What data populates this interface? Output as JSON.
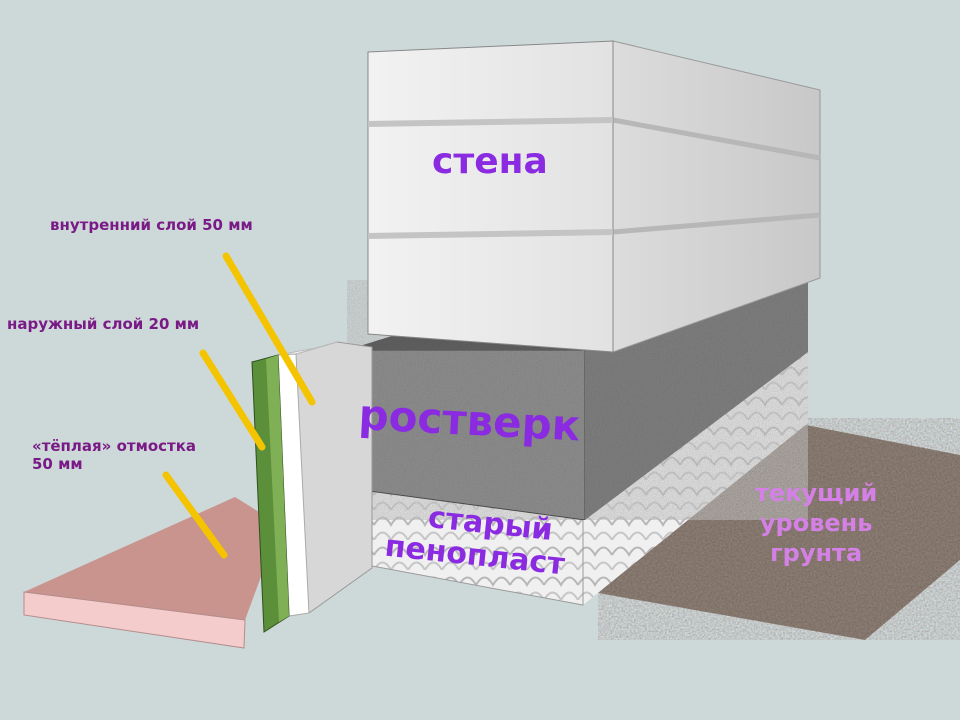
{
  "labels": {
    "wall": "стена",
    "grillage": "ростверк",
    "old_foam_line1": "старый",
    "old_foam_line2": "пенопласт",
    "ground_line1": "текущий",
    "ground_line2": "уровень",
    "ground_line3": "грунта",
    "inner_layer": "внутренний слой 50 мм",
    "outer_layer": "наружный слой 20 мм",
    "warm_blind_line1": "«тёплая» отмостка",
    "warm_blind_line2": "50 мм"
  },
  "colors": {
    "background": "#cdd9d8",
    "label_text": "#7a1a86",
    "title_text": "#8a2be2",
    "ground_text": "#d580e6",
    "leader_line": "#f5c400",
    "green_layer": "#5c8f3a",
    "pink_slab": "#c9938e"
  }
}
